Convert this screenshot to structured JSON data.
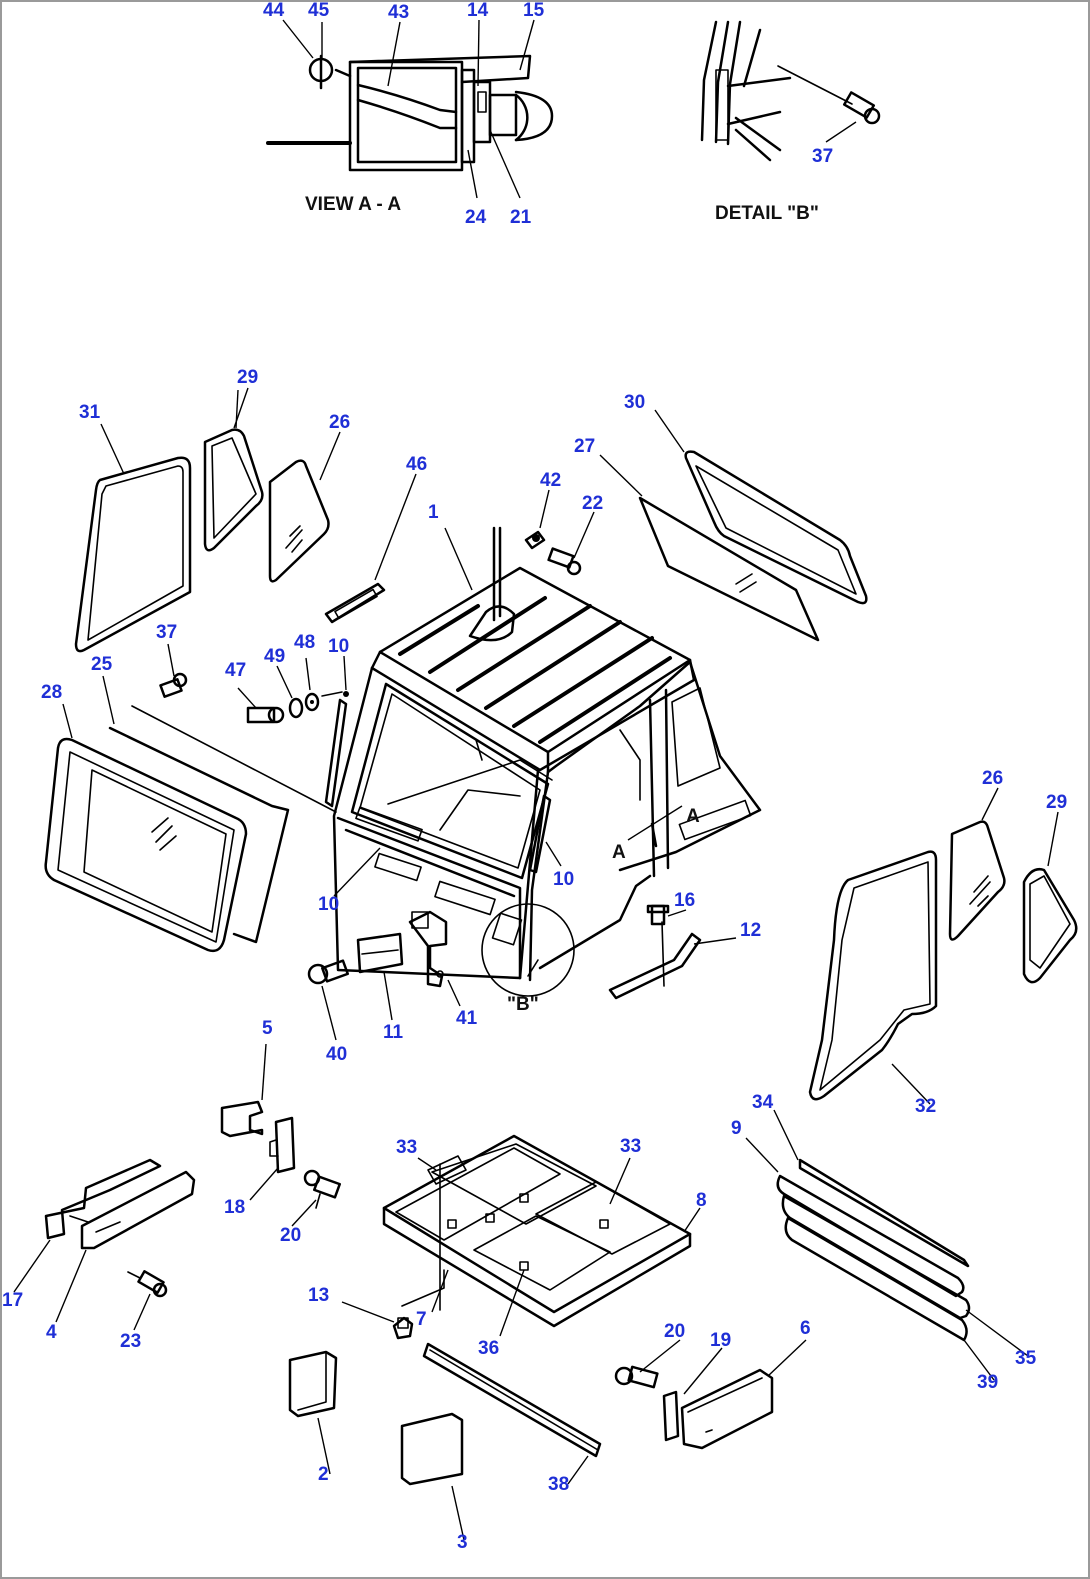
{
  "views": {
    "section_a": "VIEW A - A",
    "detail_b": "DETAIL \"B\"",
    "callout_b": "\"B\"",
    "section_mark_left": "A",
    "section_mark_right": "A"
  },
  "callouts": [
    "44",
    "45",
    "43",
    "14",
    "15",
    "24",
    "21",
    "37",
    "29",
    "31",
    "26",
    "46",
    "1",
    "42",
    "22",
    "30",
    "27",
    "37",
    "47",
    "49",
    "48",
    "10",
    "25",
    "28",
    "10",
    "10",
    "26",
    "29",
    "A",
    "16",
    "12",
    "11",
    "41",
    "40",
    "32",
    "5",
    "18",
    "20",
    "17",
    "4",
    "23",
    "33",
    "33",
    "8",
    "7",
    "13",
    "36",
    "34",
    "9",
    "35",
    "39",
    "20",
    "19",
    "6",
    "2",
    "3",
    "38"
  ],
  "colors": {
    "callout_text": "#1f2fd6",
    "line_art": "#000000",
    "frame": "#9a9a9a"
  }
}
